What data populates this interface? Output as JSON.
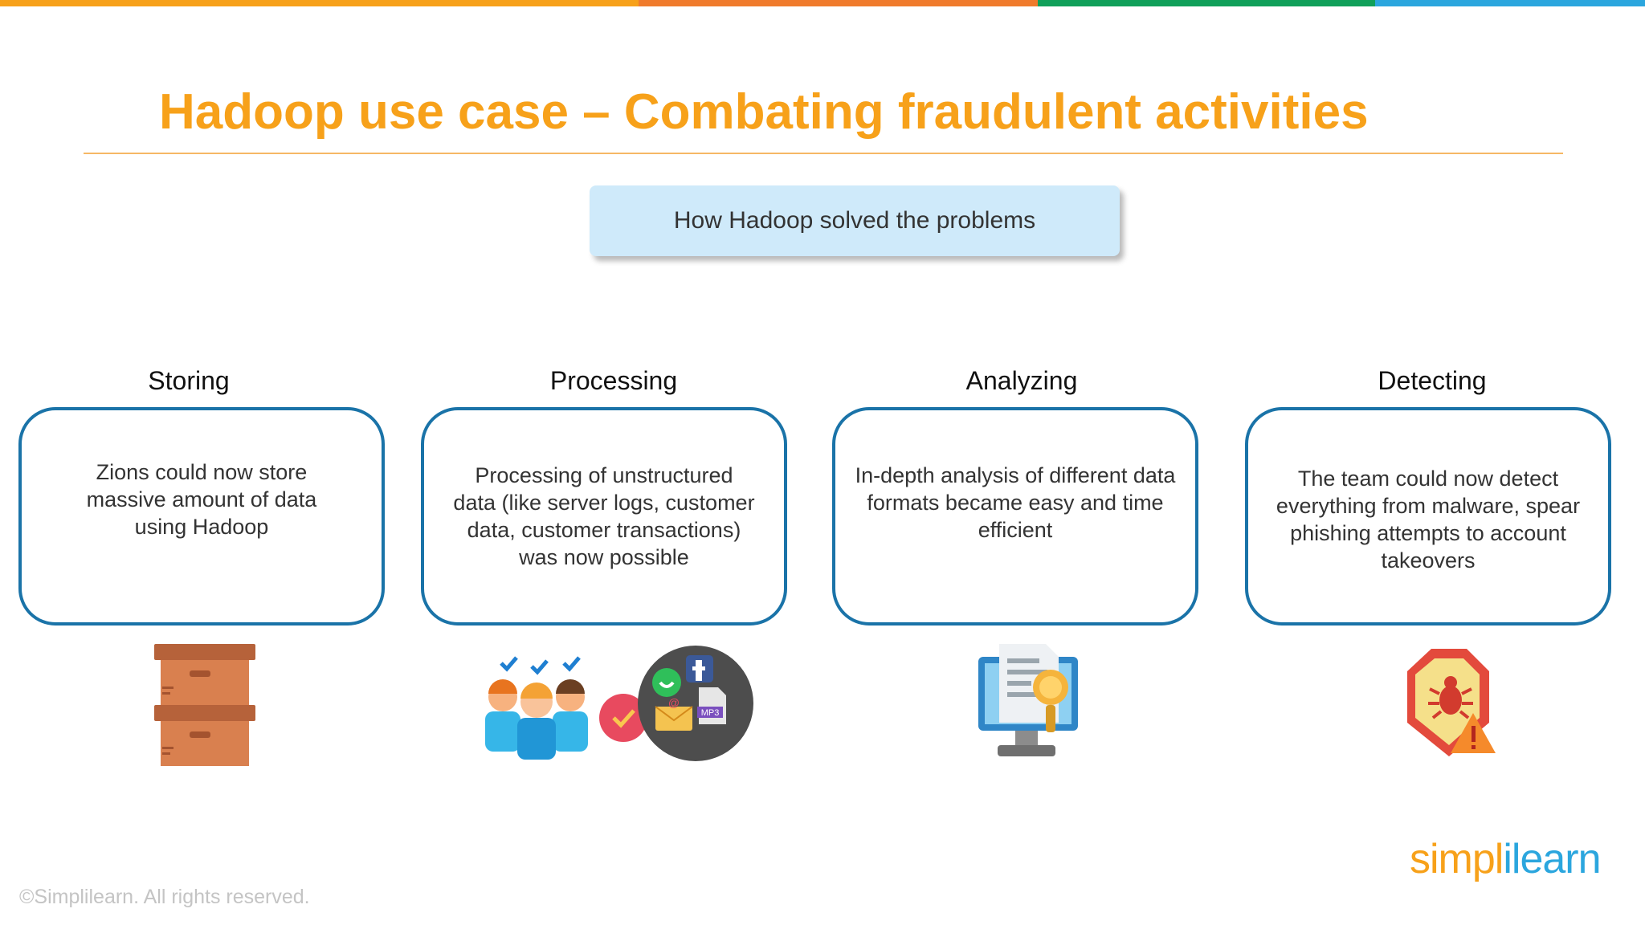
{
  "colors": {
    "accent": "#f7a11a",
    "box_border": "#1a73a8",
    "callout_bg": "#cfeafa",
    "top_bar": [
      "#f7a11a",
      "#f07b2c",
      "#11a05a",
      "#2ba6de"
    ]
  },
  "slide": {
    "title": "Hadoop use case – Combating fraudulent activities",
    "callout": "How Hadoop solved the problems"
  },
  "columns": [
    {
      "heading": "Storing",
      "lines": [
        "Zions could now store",
        "massive amount of data",
        "using Hadoop"
      ],
      "icon": "stacked-boxes-icon"
    },
    {
      "heading": "Processing",
      "lines": [
        "Processing of unstructured",
        "data (like server logs, customer",
        "data, customer transactions)",
        "was now possible"
      ],
      "icon": "people-and-data-icon"
    },
    {
      "heading": "Analyzing",
      "lines": [
        "In-depth analysis of different data",
        "formats became easy and time",
        "efficient"
      ],
      "icon": "document-magnifier-monitor-icon"
    },
    {
      "heading": "Detecting",
      "lines": [
        "The team could now detect",
        "everything from malware, spear",
        "phishing attempts to account",
        "takeovers"
      ],
      "icon": "shield-bug-warning-icon"
    }
  ],
  "icon_text": {
    "mp3": "MP3",
    "at": "@"
  },
  "footer": {
    "copyright": "©Simplilearn. All rights reserved.",
    "logo_part1": "simpl",
    "logo_part2": "ilearn"
  }
}
